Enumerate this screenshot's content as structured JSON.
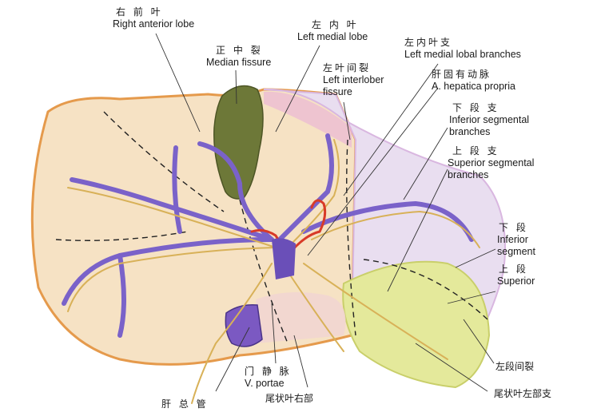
{
  "labels": {
    "right_anterior_lobe": {
      "zh": "右 前 叶",
      "en": "Right anterior lobe"
    },
    "left_medial_lobe": {
      "zh": "左 内 叶",
      "en": "Left medial lobe"
    },
    "median_fissure": {
      "zh": "正 中 裂",
      "en": "Median fissure"
    },
    "left_medial_lobal_branches": {
      "zh": "左内叶支",
      "en": "Left medial lobal branches"
    },
    "left_interlober_fissure": {
      "zh": "左叶间裂",
      "en_line1": "Left interlober",
      "en_line2": "fissure"
    },
    "hepatica_propria": {
      "zh": "肝固有动脉",
      "en": "A. hepatica propria"
    },
    "inferior_segmental_branches": {
      "zh": "下 段 支",
      "en_line1": "Inferior segmental",
      "en_line2": "branches"
    },
    "superior_segmental_branches": {
      "zh": "上 段 支",
      "en_line1": "Superior segmental",
      "en_line2": "branches"
    },
    "inferior_segment": {
      "zh": "下 段",
      "en_line1": "Inferior",
      "en_line2": "segment"
    },
    "superior": {
      "zh": "上 段",
      "en": "Superior"
    },
    "v_portae": {
      "zh": "门 静 脉",
      "en": "V. portae"
    },
    "left_segment_fissure": {
      "zh": "左段间裂"
    },
    "common_hepatic_duct": {
      "zh": "肝 总 管"
    },
    "caudate_right": {
      "zh": "尾状叶右部"
    },
    "caudate_left_branch": {
      "zh": "尾状叶左部支"
    }
  },
  "colors": {
    "liver_right": "#f7e3c6",
    "liver_left": "#e6dcef",
    "liver_edge": "#e9a55a",
    "gallbladder": "#6f7a3c",
    "lower_lobe": "#e6eba0",
    "portal_vein": "#6b4fb5",
    "artery": "#d63a2a",
    "bile_duct": "#d8b15a",
    "caudate": "#7b59c2"
  }
}
